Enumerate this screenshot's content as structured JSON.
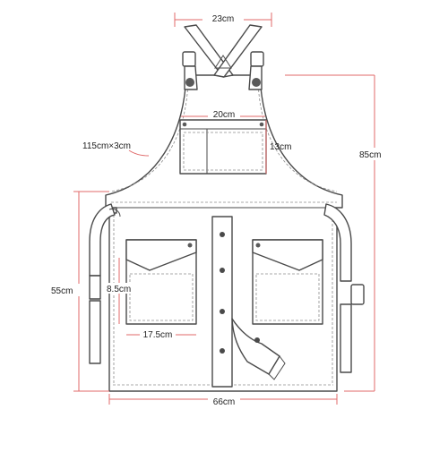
{
  "diagram": {
    "colors": {
      "dimension_line": "#e06a6a",
      "outline": "#4a4a4a",
      "text": "#1e1e1e",
      "stitch": "#8c8c8c",
      "background": "#ffffff"
    },
    "labels": {
      "strap_width": "23cm",
      "chest_pocket_width": "20cm",
      "chest_pocket_height": "13cm",
      "neck_strap": "115cm×3cm",
      "total_length": "85cm",
      "skirt_length": "55cm",
      "front_pocket_height": "8.5cm",
      "front_pocket_width": "17.5cm",
      "bottom_width": "66cm"
    }
  }
}
